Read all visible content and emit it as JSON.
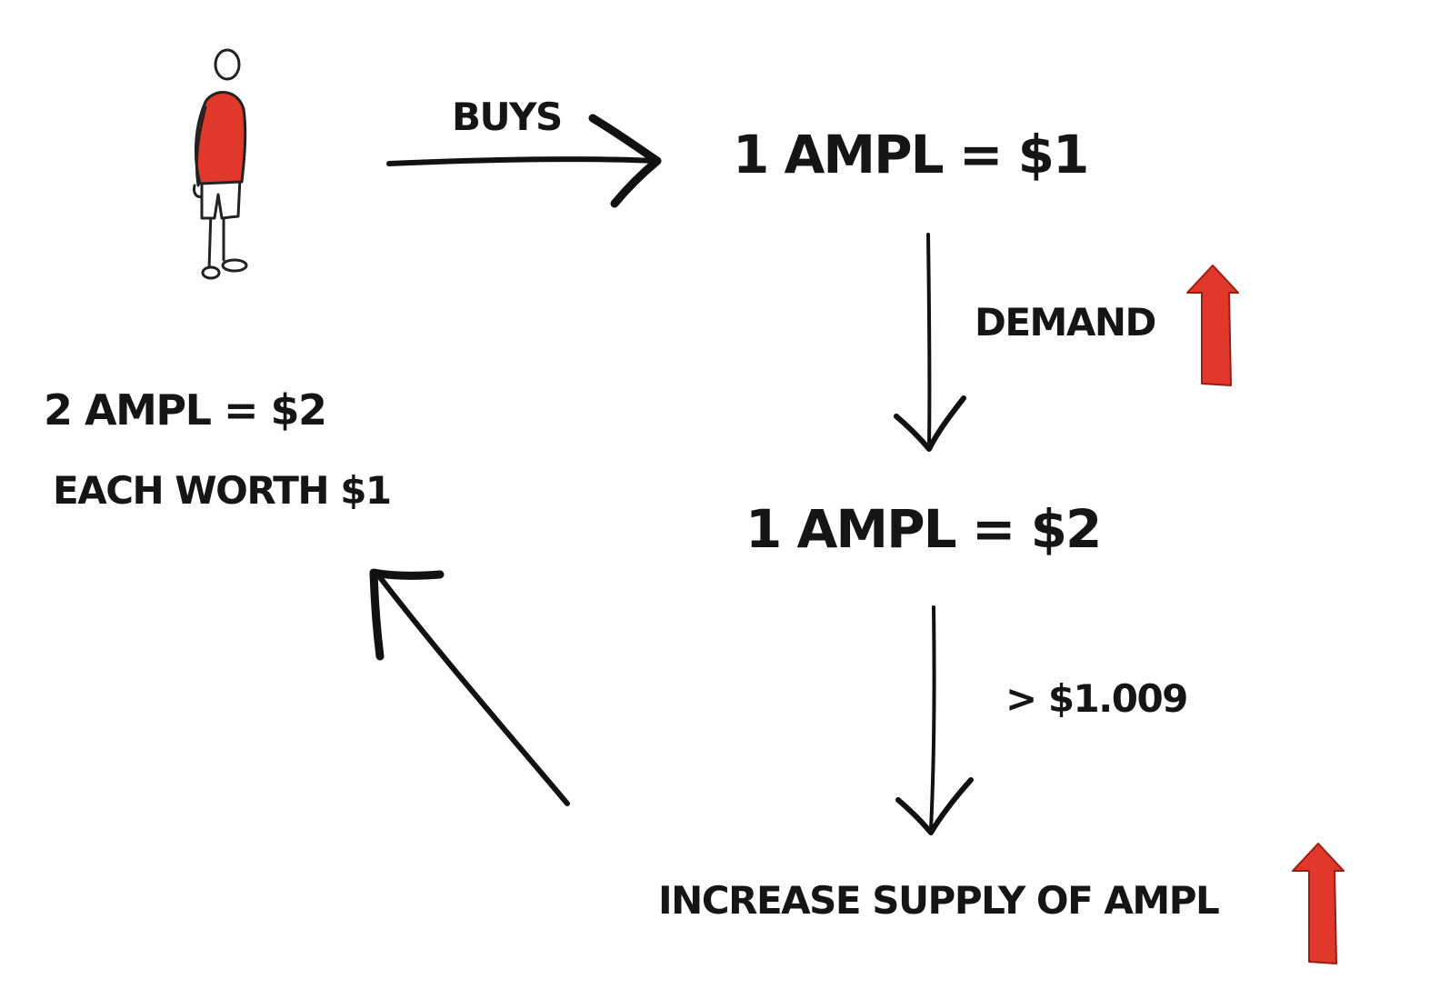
{
  "diagram": {
    "buys_label": "BUYS",
    "price_before": "1 AMPL = $1",
    "demand_label": "DEMAND",
    "price_after": "1 AMPL = $2",
    "threshold_label": "> $1.009",
    "supply_label": "INCREASE SUPPLY OF AMPL",
    "holdings_label": "2 AMPL = $2",
    "each_worth_label": "EACH WORTH $1"
  },
  "colors": {
    "accent_red": "#e0392b",
    "ink": "#151515",
    "background": "#ffffff"
  },
  "icons": [
    "person-figure-icon",
    "red-up-arrow-icon"
  ]
}
